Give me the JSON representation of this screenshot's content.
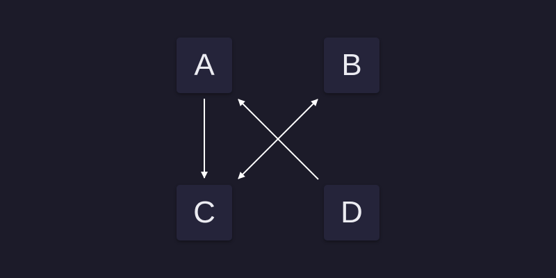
{
  "colors": {
    "background": "#1c1b29",
    "node_fill": "#25243a",
    "node_text": "#ececf2",
    "edge": "#ffffff"
  },
  "nodes": {
    "a": {
      "label": "A"
    },
    "b": {
      "label": "B"
    },
    "c": {
      "label": "C"
    },
    "d": {
      "label": "D"
    }
  },
  "edges": [
    {
      "from": "A",
      "to": "C",
      "direction": "one-way"
    },
    {
      "from": "B",
      "to": "C",
      "direction": "two-way"
    },
    {
      "from": "D",
      "to": "A",
      "direction": "one-way"
    }
  ]
}
